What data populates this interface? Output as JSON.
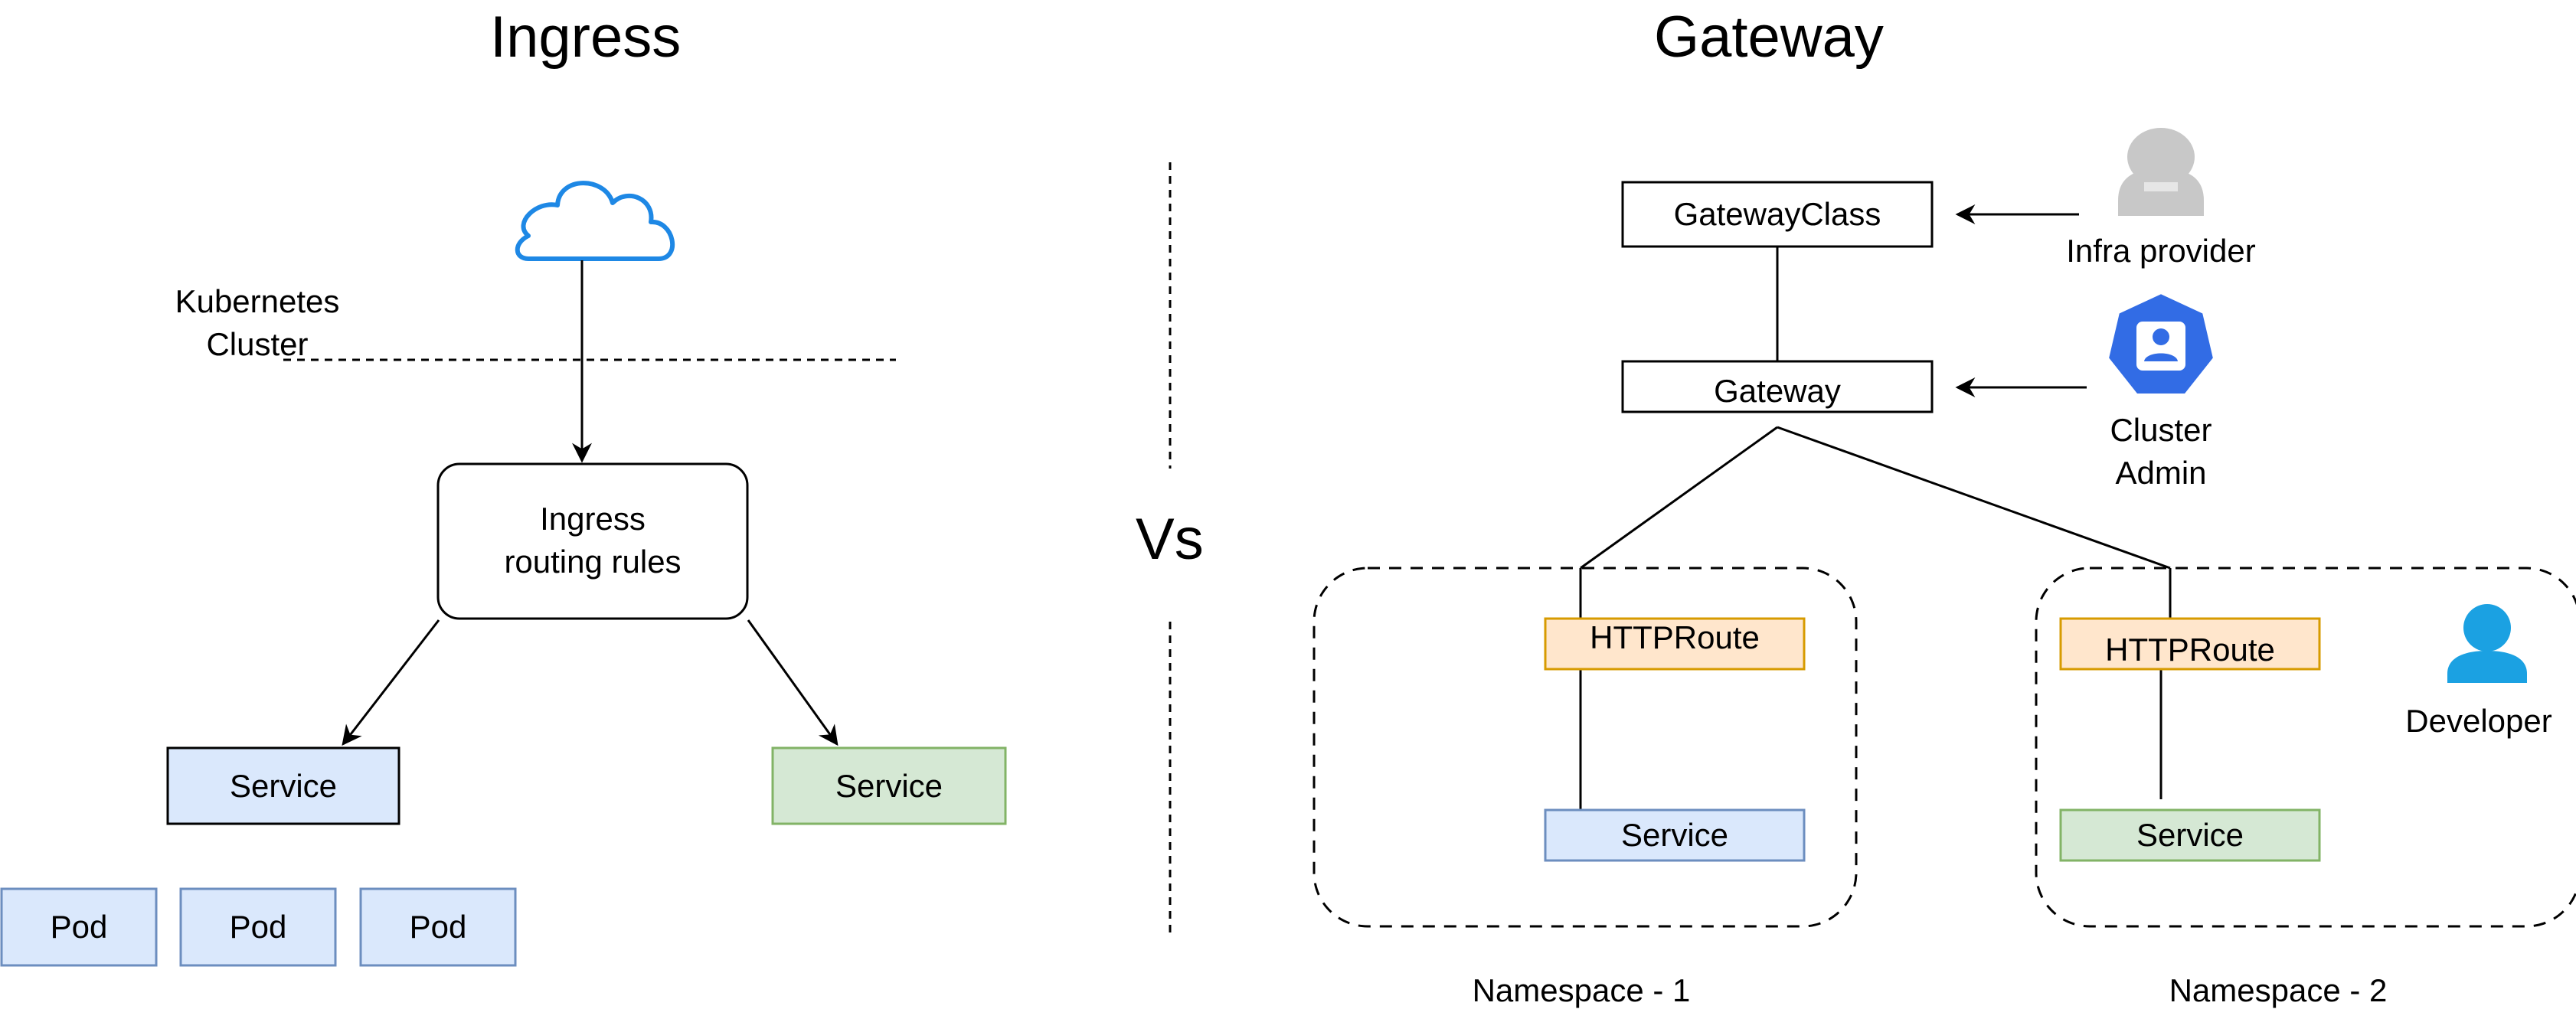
{
  "titles": {
    "left": "Ingress",
    "right": "Gateway",
    "versus": "Vs"
  },
  "ingress": {
    "cluster_label": [
      "Kubernetes",
      "Cluster"
    ],
    "rules_box": [
      "Ingress",
      "routing rules"
    ],
    "service_left": "Service",
    "service_right": "Service",
    "pods": [
      "Pod",
      "Pod",
      "Pod"
    ]
  },
  "gateway": {
    "gatewayclass": "GatewayClass",
    "gateway": "Gateway",
    "infra_provider": "Infra provider",
    "cluster_admin": [
      "Cluster",
      "Admin"
    ],
    "developer": "Developer",
    "namespace1": {
      "route": "HTTPRoute",
      "service": "Service",
      "label": "Namespace - 1"
    },
    "namespace2": {
      "route": "HTTPRoute",
      "service": "Service",
      "label": "Namespace - 2"
    }
  },
  "colors": {
    "blue_fill": "#dae8fc",
    "blue_stroke": "#6c8ebf",
    "green_fill": "#d5e8d4",
    "green_stroke": "#82b366",
    "orange_fill": "#ffe6cc",
    "orange_stroke": "#d79b00",
    "cloud": "#1e88e5",
    "admin_badge": "#326ce5",
    "person_grey": "#c8c8c8",
    "developer_blue": "#1ba1e2"
  },
  "icons": [
    "cloud-icon",
    "infra-provider-icon",
    "cluster-admin-icon",
    "developer-icon"
  ]
}
